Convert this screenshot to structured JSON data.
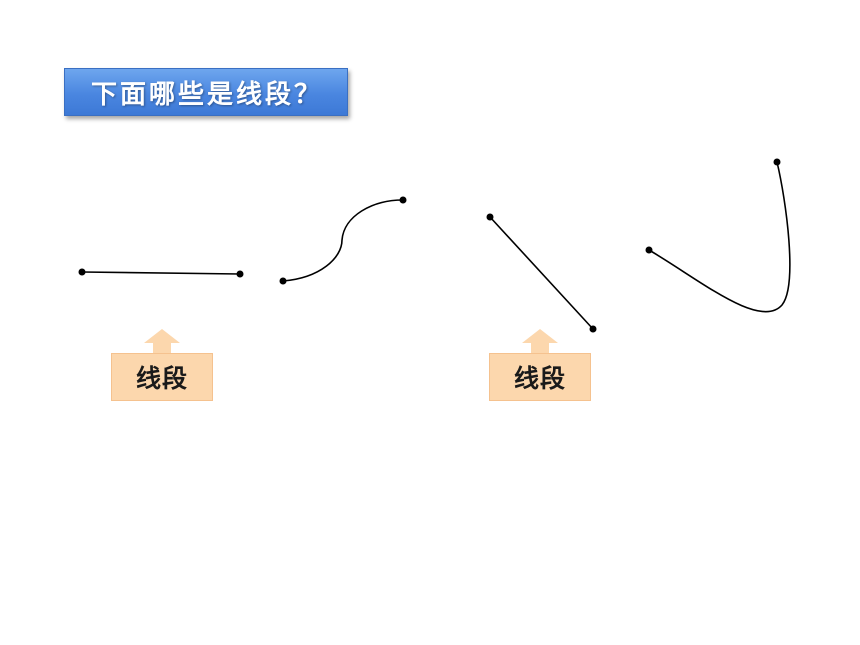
{
  "title": "下面哪些是线段？",
  "figures": [
    {
      "id": "figure-1",
      "shape": "straight segment",
      "is_segment": true
    },
    {
      "id": "figure-2",
      "shape": "curve",
      "is_segment": false
    },
    {
      "id": "figure-3",
      "shape": "straight segment",
      "is_segment": true
    },
    {
      "id": "figure-4",
      "shape": "curve",
      "is_segment": false
    }
  ],
  "labels": {
    "tag_1": "线段",
    "tag_2": "线段"
  },
  "colors": {
    "title_background": "#4a86e0",
    "title_text": "#ffffff",
    "tag_background": "#fcd7ad",
    "line": "#000000"
  }
}
